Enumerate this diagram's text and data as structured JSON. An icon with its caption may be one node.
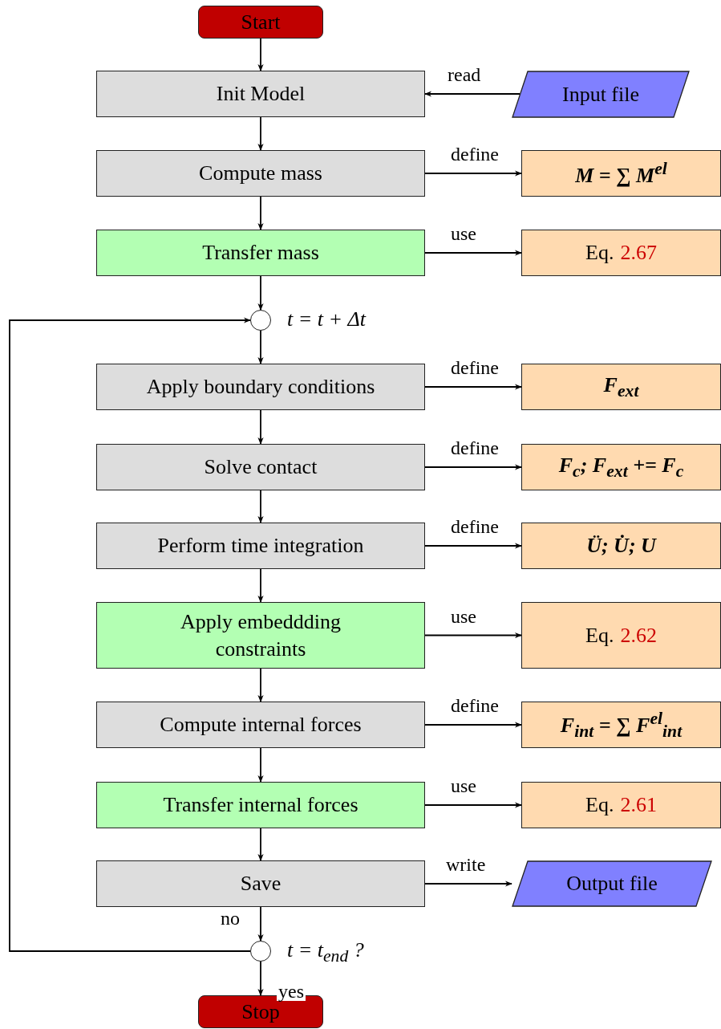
{
  "diagram": {
    "nodes": [
      {
        "text": [
          "Start"
        ]
      },
      {
        "text": [
          "Init Model"
        ]
      },
      {
        "text": [
          "Input file"
        ]
      },
      {
        "text": [
          "Compute mass"
        ]
      },
      {
        "text": [
          "M = ∑ M$^{el}$"
        ]
      },
      {
        "text": [
          "Transfer mass"
        ]
      },
      {
        "text": [
          "Eq.",
          "2.67"
        ]
      },
      {
        "text": [],
        "shape": "circle",
        "beside": [
          "t = t + Δt"
        ]
      },
      {
        "text": [
          "Apply boundary conditions"
        ]
      },
      {
        "text": [
          "F$_{ext}$"
        ]
      },
      {
        "text": [
          "Solve contact"
        ]
      },
      {
        "text": [
          "F$_{c}$; F$_{ext}$ += F$_{c}$"
        ]
      },
      {
        "text": [
          "Perform time integration"
        ]
      },
      {
        "text": [
          "Ü; U̇; U"
        ]
      },
      {
        "text": [
          "Apply embeddding constraints"
        ]
      },
      {
        "text": [
          "Eq.",
          "2.62"
        ]
      },
      {
        "text": [
          "Compute internal forces"
        ]
      },
      {
        "text": [
          "F$_{int}$ = ∑ F$^{el}$$_{int}$"
        ]
      },
      {
        "text": [
          "Transfer internal forces"
        ]
      },
      {
        "text": [
          "Eq.",
          "2.61"
        ]
      },
      {
        "text": [
          "Save"
        ]
      },
      {
        "text": [
          "Output file"
        ]
      },
      {
        "text": [],
        "shape": "circle",
        "beside": [
          "t = t$_{end}$ ?"
        ]
      },
      {
        "text": [
          "Stop"
        ]
      }
    ],
    "edges": [
      {
        "from": 0,
        "to": 1,
        "arrow": "to"
      },
      {
        "from": 2,
        "to": 1,
        "arrow": "to",
        "label": "read"
      },
      {
        "from": 1,
        "to": 3,
        "arrow": "to"
      },
      {
        "from": 3,
        "to": 4,
        "arrow": "to",
        "label": "define"
      },
      {
        "from": 3,
        "to": 5,
        "arrow": "to"
      },
      {
        "from": 5,
        "to": 6,
        "arrow": "to",
        "label": "use"
      },
      {
        "from": 5,
        "to": 7,
        "arrow": "to"
      },
      {
        "from": 7,
        "to": 8,
        "arrow": "to"
      },
      {
        "from": 8,
        "to": 9,
        "arrow": "to",
        "label": "define"
      },
      {
        "from": 8,
        "to": 10,
        "arrow": "to"
      },
      {
        "from": 10,
        "to": 11,
        "arrow": "to",
        "label": "define"
      },
      {
        "from": 10,
        "to": 12,
        "arrow": "to"
      },
      {
        "from": 12,
        "to": 13,
        "arrow": "to",
        "label": "define"
      },
      {
        "from": 12,
        "to": 14,
        "arrow": "to"
      },
      {
        "from": 14,
        "to": 15,
        "arrow": "to",
        "label": "use"
      },
      {
        "from": 14,
        "to": 16,
        "arrow": "to"
      },
      {
        "from": 16,
        "to": 17,
        "arrow": "to",
        "label": "define"
      },
      {
        "from": 16,
        "to": 18,
        "arrow": "to"
      },
      {
        "from": 18,
        "to": 19,
        "arrow": "to",
        "label": "use"
      },
      {
        "from": 18,
        "to": 20,
        "arrow": "to"
      },
      {
        "from": 20,
        "to": 21,
        "arrow": "to",
        "label": "write"
      },
      {
        "from": 20,
        "to": 22,
        "arrow": "to"
      },
      {
        "from": 22,
        "to": 7,
        "arrow": "to",
        "label": "no"
      },
      {
        "from": 22,
        "to": 23,
        "arrow": "to",
        "label": "yes"
      }
    ]
  }
}
